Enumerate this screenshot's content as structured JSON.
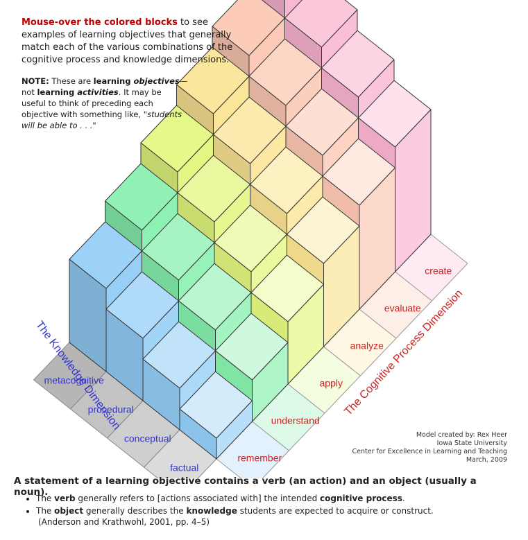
{
  "intro": {
    "highlight": "Mouse-over the colored blocks",
    "rest": " to see examples of learning objectives that generally match each of the various combinations of the cognitive process and knowledge dimensions."
  },
  "note": {
    "label": "NOTE:",
    "t1": " These are ",
    "b1": "learning ",
    "i1": "objectives",
    "t2": "—not ",
    "b2": "learning ",
    "i2": "activities",
    "t3": ". It may be useful to think of preceding each objective with something like, ",
    "quote": "\"students will be able to . . .\""
  },
  "knowledge_dimension": {
    "title": "The Knowledge Dimension",
    "levels": [
      "factual",
      "conceptual",
      "procedural",
      "metacognitive"
    ]
  },
  "cognitive_dimension": {
    "title": "The Cognitive Process Dimension",
    "levels": [
      "remember",
      "understand",
      "apply",
      "analyze",
      "evaluate",
      "create"
    ]
  },
  "credit": {
    "l1": "Model created by: Rex Heer",
    "l2": "Iowa State University",
    "l3": "Center for Excellence in Learning and Teaching",
    "l4": "March, 2009"
  },
  "statement": "A statement of a learning objective contains a verb (an action) and an object (usually a noun).",
  "bullets": {
    "b1_pre": "The ",
    "b1_bold1": "verb",
    "b1_mid": " generally refers to [actions associated with] the intended ",
    "b1_bold2": "cognitive process",
    "b1_end": ".",
    "b2_pre": "The ",
    "b2_bold1": "object",
    "b2_mid": " generally describes the ",
    "b2_bold2": "knowledge",
    "b2_end": " students are expected to acquire or construct."
  },
  "citation": "(Anderson and Krathwohl, 2001, pp. 4–5)",
  "colors": {
    "label_blue": "#3333cc",
    "label_red": "#cc2222",
    "highlight_red": "#c00000",
    "column_colors": [
      "#93cdf7",
      "#86f0ad",
      "#e2f77e",
      "#fbe493",
      "#fcc7b2",
      "#f9b3cf"
    ],
    "tile_grays": [
      "#dcdcdc",
      "#cfcfcf",
      "#c3c3c3",
      "#b6b6b6"
    ],
    "floor_tints": [
      "#e3f1fd",
      "#ddfae8",
      "#f5fde0",
      "#fef8e4",
      "#feeee8",
      "#fdeaf2"
    ]
  }
}
